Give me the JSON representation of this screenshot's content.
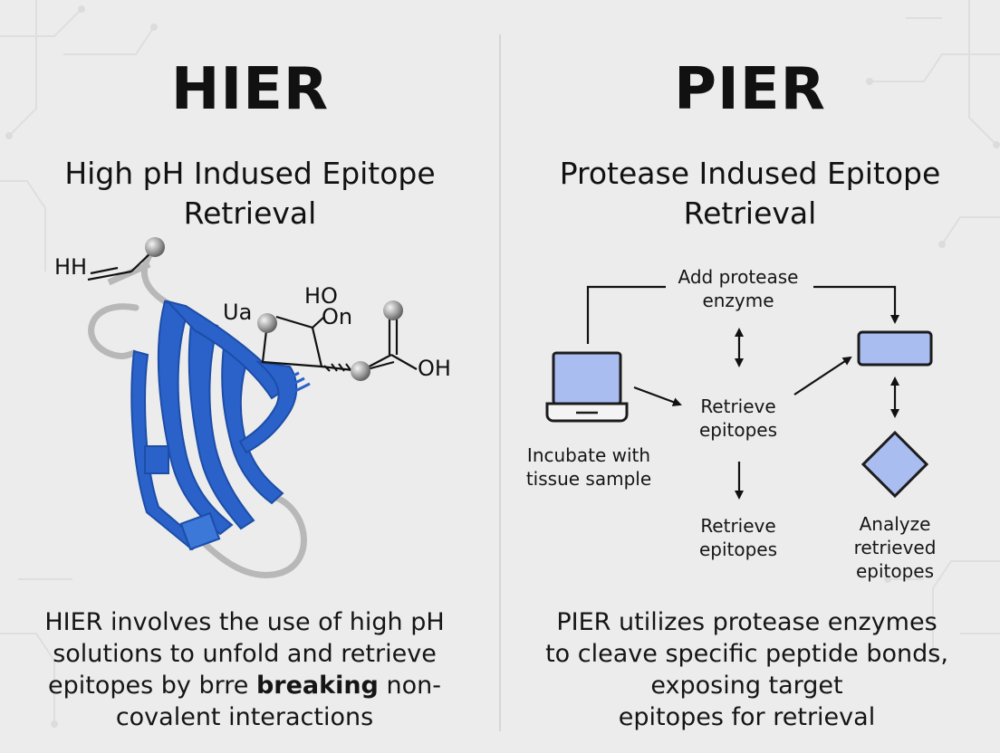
{
  "left": {
    "title": "HIER",
    "subtitle_line1": "High pH Indused Epitope",
    "subtitle_line2": "Retrieval",
    "chem_labels": {
      "hh": "HH",
      "ua": "Ua",
      "ho": "HO",
      "on": "On",
      "oh": "OH"
    },
    "description": {
      "line1": "HIER involves the use of high pH",
      "line2": "solutions to unfold and retrieve",
      "line3_a": "epitopes by brre ",
      "line3_bold": "breaking",
      "line3_b": " non-",
      "line4": "covalent interactions"
    }
  },
  "right": {
    "title": "PIER",
    "subtitle_line1": "Protease Indused Epitope",
    "subtitle_line2": "Retrieval",
    "flow": {
      "add_protease_1": "Add protease",
      "add_protease_2": "enzyme",
      "incubate_1": "Incubate with",
      "incubate_2": "tissue sample",
      "retrieve_mid_1": "Retrieve",
      "retrieve_mid_2": "epitopes",
      "retrieve_low_1": "Retrieve",
      "retrieve_low_2": "epitopes",
      "analyze_1": "Analyze",
      "analyze_2": "retrieved",
      "analyze_3": "epitopes"
    },
    "description": {
      "line1": "PIER utilizes protease enzymes",
      "line2": "to cleave specific peptide bonds,",
      "line3": "exposing target",
      "line4": "epitopes for retrieval"
    }
  },
  "colors": {
    "protein_blue": "#2a62c9",
    "node_fill": "#a9bdf0",
    "node_stroke": "#1c1c1c"
  }
}
